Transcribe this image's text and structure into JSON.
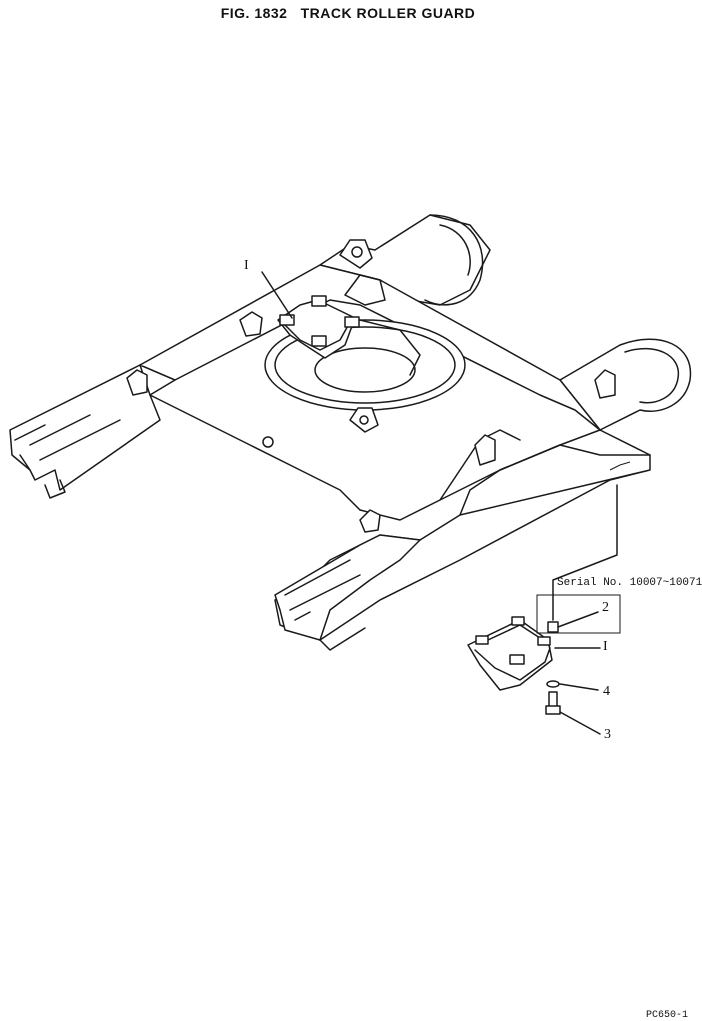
{
  "header": {
    "title": "FIG. 1832   TRACK ROLLER GUARD"
  },
  "annotations": {
    "serial": "Serial No. 10007~10071"
  },
  "callouts": [
    {
      "label": "I"
    },
    {
      "label": "2"
    },
    {
      "label": "I"
    },
    {
      "label": "4"
    },
    {
      "label": "3"
    }
  ],
  "footer": {
    "page_code": "PC650-1"
  },
  "colors": {
    "line": "#1a1a1a",
    "background": "#ffffff"
  }
}
